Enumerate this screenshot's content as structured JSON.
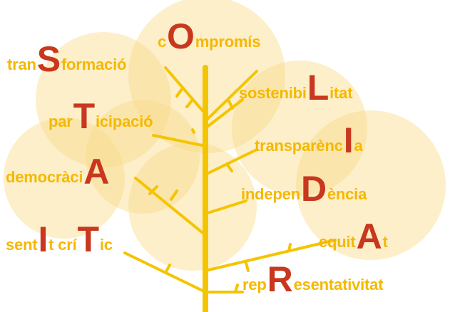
{
  "colors": {
    "yellow_text": "#f5b800",
    "red_letter": "#c8371e",
    "trunk": "#f5c400",
    "blob": "#f9dc8a"
  },
  "words": [
    {
      "id": "compromis",
      "pre": "c",
      "big": "O",
      "post": "mpromís"
    },
    {
      "id": "transformacio",
      "pre": "tran",
      "big": "S",
      "post": "formació"
    },
    {
      "id": "sostenibilitat",
      "pre": "sostenibi",
      "big": "L",
      "post": "itat"
    },
    {
      "id": "participacio",
      "pre": "par",
      "big": "T",
      "post": "icipació"
    },
    {
      "id": "transparencia",
      "pre": "transparènc",
      "big": "I",
      "post": "a"
    },
    {
      "id": "democracia",
      "pre": "democràci",
      "big": "A",
      "post": ""
    },
    {
      "id": "independencia",
      "pre": "indepen",
      "big": "D",
      "post": "ència"
    },
    {
      "id": "sentit-critic",
      "pre": "sent",
      "big": "I",
      "mid": "t crí",
      "big2": "T",
      "post": "ic"
    },
    {
      "id": "equitat",
      "pre": "equit",
      "big": "A",
      "post": "t"
    },
    {
      "id": "representativitat",
      "pre": "rep",
      "big": "R",
      "post": "esentativitat"
    }
  ]
}
